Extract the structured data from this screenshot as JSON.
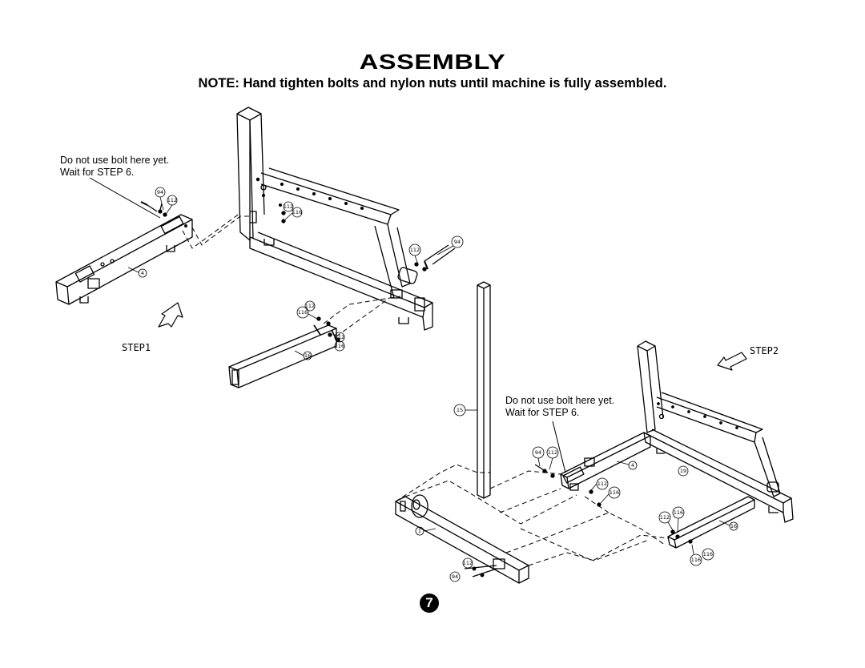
{
  "header": {
    "title": "ASSEMBLY",
    "note": "NOTE:  Hand tighten bolts and nylon nuts until machine is fully assembled."
  },
  "step1": {
    "label": "STEP1",
    "callout_line1": "Do not use bolt here yet.",
    "callout_line2": "Wait for STEP 6."
  },
  "step2": {
    "label": "STEP2",
    "callout_line1": "Do not use bolt here yet.",
    "callout_line2": "Wait for STEP 6."
  },
  "part_labels": {
    "p94a": "94",
    "p112a": "112",
    "p112b": "112",
    "p116b": "116",
    "p112c": "112",
    "p94c": "94",
    "p4a": "4",
    "p116d": "116",
    "p112d": "112",
    "p112e": "112",
    "p116e": "116",
    "p16a": "16",
    "p15": "15",
    "p94f": "94",
    "p112f": "112",
    "p4b": "4",
    "p19": "19",
    "p112g": "112",
    "p116g": "116",
    "p112h": "112",
    "p116h": "116",
    "p16b": "16",
    "p1": "1",
    "p112i": "112",
    "p94i": "94",
    "p116j": "116",
    "p116k": "116"
  },
  "page_number": "7"
}
